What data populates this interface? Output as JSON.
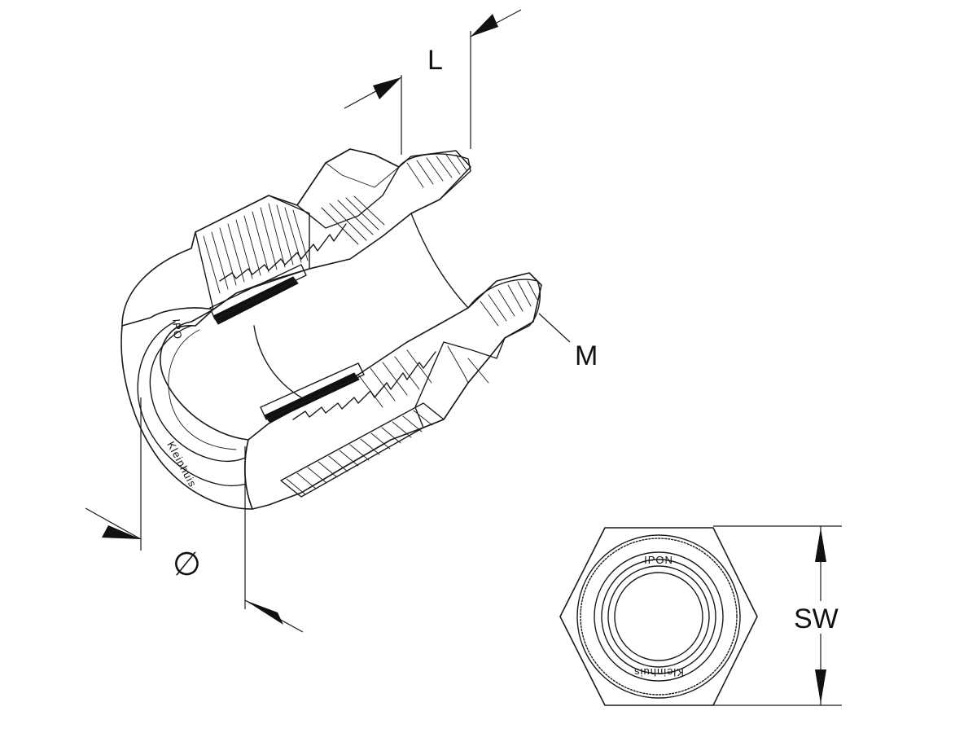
{
  "labels": {
    "length": "L",
    "thread": "M",
    "diameter": "∅",
    "wrench_size": "SW",
    "brand_top": "IPON",
    "brand_bottom": "Kleinhuis",
    "brand_iso_top": "IPO",
    "brand_iso_bottom": "Kleinhuis"
  },
  "colors": {
    "line": "#1a1a1a",
    "background": "#ffffff"
  }
}
